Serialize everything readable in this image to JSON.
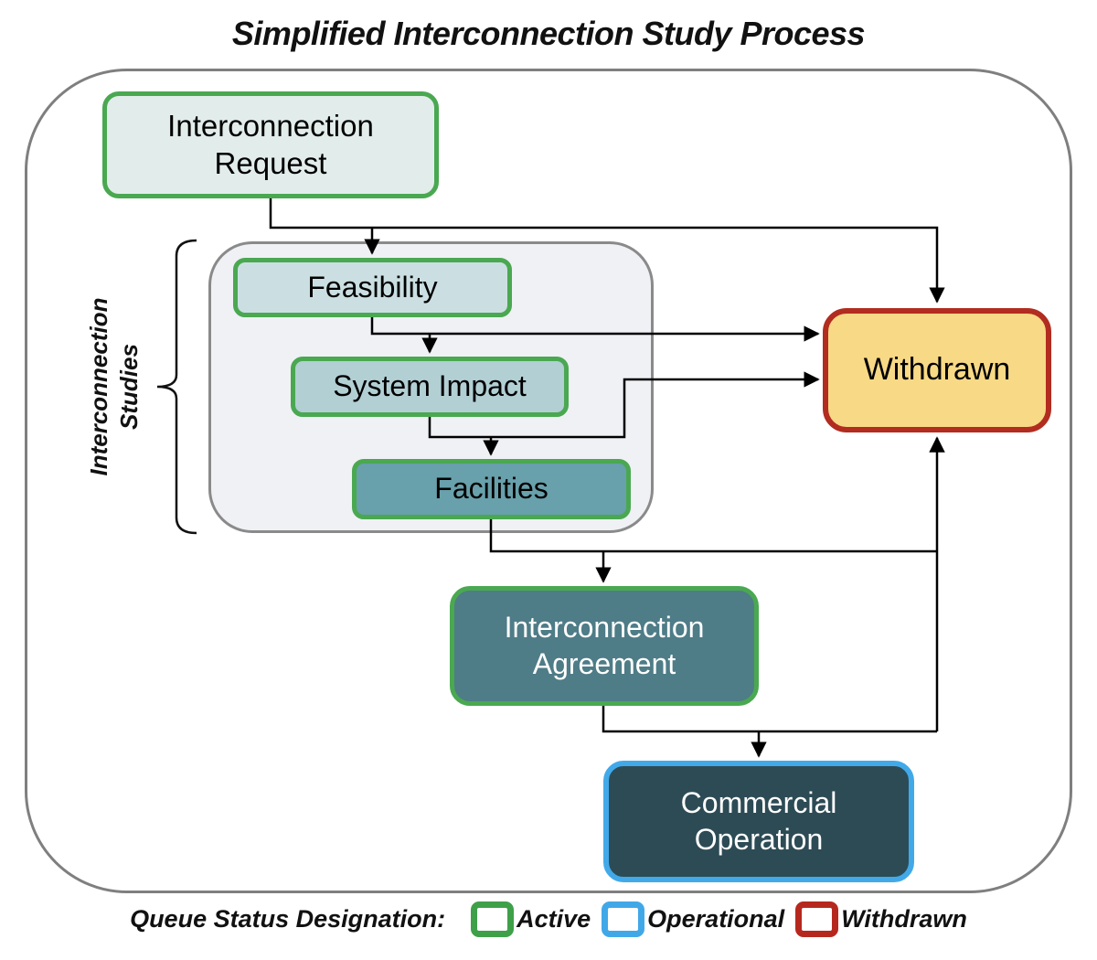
{
  "title": "Simplified Interconnection Study Process",
  "studies_group": {
    "label_line1": "Interconnection",
    "label_line2": "Studies"
  },
  "nodes": {
    "request": {
      "line1": "Interconnection",
      "line2": "Request",
      "status": "active"
    },
    "feasibility": {
      "label": "Feasibility",
      "status": "active"
    },
    "system_impact": {
      "label": "System Impact",
      "status": "active"
    },
    "facilities": {
      "label": "Facilities",
      "status": "active"
    },
    "withdrawn": {
      "label": "Withdrawn",
      "status": "withdrawn"
    },
    "agreement": {
      "line1": "Interconnection",
      "line2": "Agreement",
      "status": "active"
    },
    "commercial": {
      "line1": "Commercial",
      "line2": "Operation",
      "status": "operational"
    }
  },
  "legend": {
    "title": "Queue Status Designation:",
    "items": [
      {
        "label": "Active",
        "color": "#3fa04a"
      },
      {
        "label": "Operational",
        "color": "#41a8e8"
      },
      {
        "label": "Withdrawn",
        "color": "#b6281e"
      }
    ]
  },
  "colors": {
    "active_border": "#4aa851",
    "operational_border": "#42a9e9",
    "withdrawn_border": "#b22c20",
    "request_fill": "#e2edeb",
    "feasibility_fill": "#cbdfe2",
    "system_impact_fill": "#b2cfd4",
    "facilities_fill": "#68a0ab",
    "agreement_fill": "#4e7c87",
    "commercial_fill": "#2d4b55",
    "withdrawn_fill": "#f8d986",
    "container_border": "#7f7f7f",
    "studies_fill": "#eff1f5",
    "arrow": "#000000"
  }
}
